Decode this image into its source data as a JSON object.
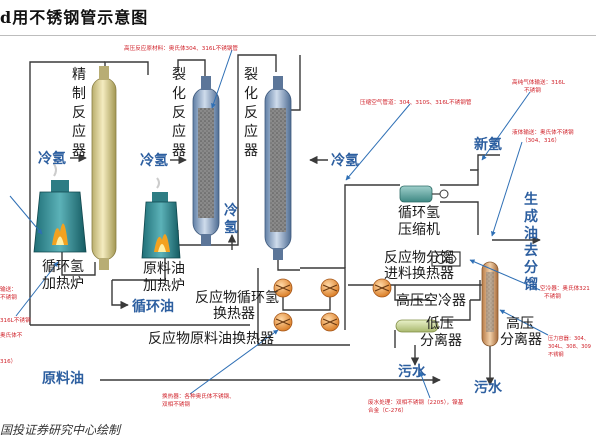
{
  "header": {
    "title": "d用不锈钢管示意图"
  },
  "footer": {
    "source": "国投证券研究中心绘制"
  },
  "labels": {
    "refine_reactor": [
      "精",
      "制",
      "反",
      "应",
      "器"
    ],
    "crack_reactor1": [
      "裂",
      "化",
      "反",
      "应",
      "器"
    ],
    "crack_reactor2": [
      "裂",
      "化",
      "反",
      "应",
      "器"
    ],
    "cold_h2_a": "冷氢",
    "cold_h2_b": "冷氢",
    "cold_h2_c": "冷氢",
    "cold_h2_vertical": [
      "冷",
      "氢"
    ],
    "new_h2": "新氢",
    "recycle_h2_heater": [
      "循环氢",
      "加热炉"
    ],
    "raw_oil_heater": [
      "原料油",
      "加热炉"
    ],
    "recycle_oil": "循环油",
    "reactant_h2_exchanger": [
      "反应物循环氢",
      "换热器"
    ],
    "reactant_feed_exchanger": "反应物原料油换热器",
    "raw_oil": "原料油",
    "recycle_compressor": [
      "循环氢",
      "压缩机"
    ],
    "distill_exchanger": [
      "反应物分馏",
      "进料换热器"
    ],
    "hp_air_cooler": "高压空冷器",
    "lp_separator": [
      "低压",
      "分离器"
    ],
    "hp_separator": [
      "高压",
      "分离器"
    ],
    "sewage_a": "污水",
    "sewage_b": "污水",
    "to_fractionation": [
      "生",
      "成",
      "油",
      "去",
      "分",
      "馏"
    ]
  },
  "notes": {
    "reactor_material": "高压反应原材料：奥氏体304、316L不锈钢管",
    "air_pipe": "压缩空气管道：304、310S、316L不锈钢管",
    "hp_gas_pipe": [
      "高纯气体输送：316L",
      "不锈钢"
    ],
    "liquid_pipe": [
      "液体输送：奥氏体不锈钢",
      "（304、316）"
    ],
    "air_cooler_pipe": [
      "空冷器：奥氏体321",
      "不锈钢"
    ],
    "pressure_vessel": [
      "压力容器：304、",
      "304L、308、309",
      "不锈钢"
    ],
    "left_top": [
      "输送：",
      "不锈钢"
    ],
    "left_mid": [
      "316L不锈钢",
      "奥氏体不",
      "316）"
    ],
    "heat_exchanger": [
      "换热器：各种奥氏体不锈钢、",
      "双相不锈钢"
    ],
    "sewage_pipe": [
      "废水处理：双相不锈钢（2205），镍基",
      "合金（C-276）"
    ]
  },
  "colors": {
    "pipe": "#3a3a3a",
    "arrow_blue": "#2e6fb5",
    "note_red": "#d0222a",
    "label_blue": "#2d5fa0"
  }
}
